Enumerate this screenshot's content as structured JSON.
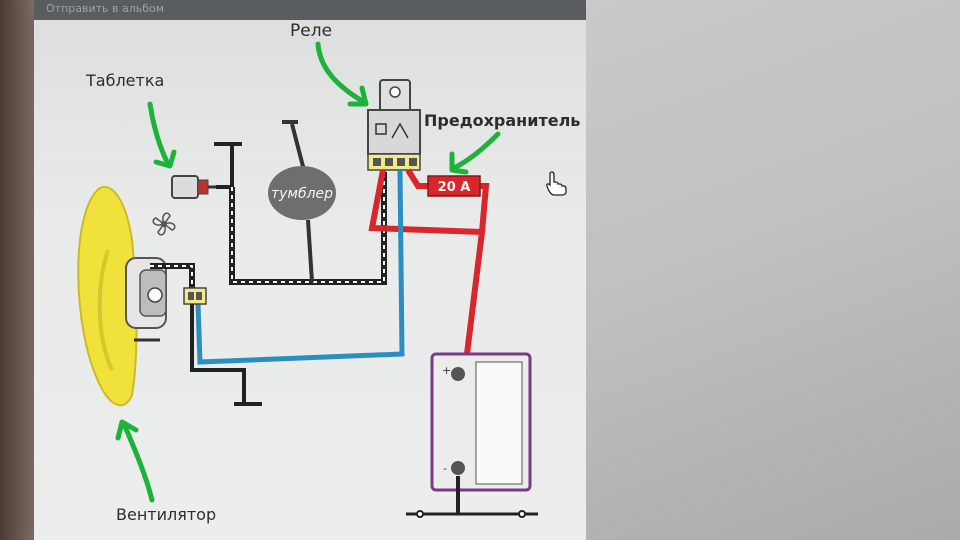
{
  "header": {
    "breadcrumb_text": "Отправить в альбом"
  },
  "labels": {
    "rele": "Реле",
    "tabletka": "Таблетка",
    "predohranitel": "Предохранитель",
    "tumbler": "тумблер",
    "ventilyator": "Вентилятор",
    "fuse_rating": "20 A",
    "battery_plus": "+",
    "battery_minus": "-"
  },
  "colors": {
    "arrow": "#1db33a",
    "red_wire": "#d8262a",
    "blue_wire": "#2a8fc0",
    "fan_yellow": "#f2e23a",
    "battery_outline": "#7a3a86",
    "text": "#2d2d2d"
  }
}
